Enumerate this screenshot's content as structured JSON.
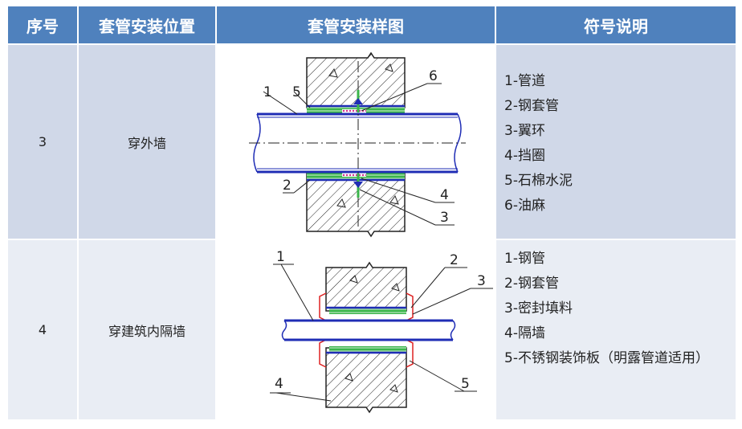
{
  "header": {
    "col1": "序号",
    "col2": "套管安装位置",
    "col3": "套管安装样图",
    "col4": "符号说明"
  },
  "rows": [
    {
      "no": "3",
      "position": "穿外墙",
      "callouts": [
        "1",
        "2",
        "3",
        "4",
        "5",
        "6"
      ],
      "legend": [
        "1-管道",
        "2-钢套管",
        "3-翼环",
        "4-挡圈",
        "5-石棉水泥",
        "6-油麻"
      ]
    },
    {
      "no": "4",
      "position": "穿建筑内隔墙",
      "callouts": [
        "1",
        "2",
        "3",
        "4",
        "5"
      ],
      "legend": [
        "1-钢管",
        "2-钢套管",
        "3-密封填料",
        "4-隔墙",
        "5-不锈钢装饰板（明露管道适用）"
      ]
    }
  ]
}
